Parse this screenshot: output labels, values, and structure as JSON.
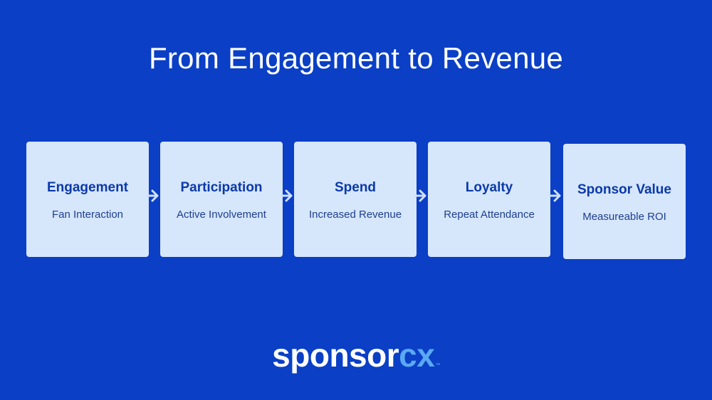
{
  "title": "From Engagement to Revenue",
  "steps": [
    {
      "title": "Engagement",
      "subtitle": "Fan Interaction"
    },
    {
      "title": "Participation",
      "subtitle": "Active Involvement"
    },
    {
      "title": "Spend",
      "subtitle": "Increased Revenue"
    },
    {
      "title": "Loyalty",
      "subtitle": "Repeat Attendance"
    },
    {
      "title": "Sponsor Value",
      "subtitle": "Measureable ROI"
    }
  ],
  "logo": {
    "part1": "sponsor",
    "part2": "cx",
    "trademark": "™"
  },
  "colors": {
    "background": "#0a3fc6",
    "card": "#d6e6fb",
    "card_title": "#0b3aa8",
    "arrow": "#cfe0fa",
    "logo_accent": "#5aa9f2"
  },
  "icons": {
    "connector": "chevron-right-arrow-icon"
  }
}
